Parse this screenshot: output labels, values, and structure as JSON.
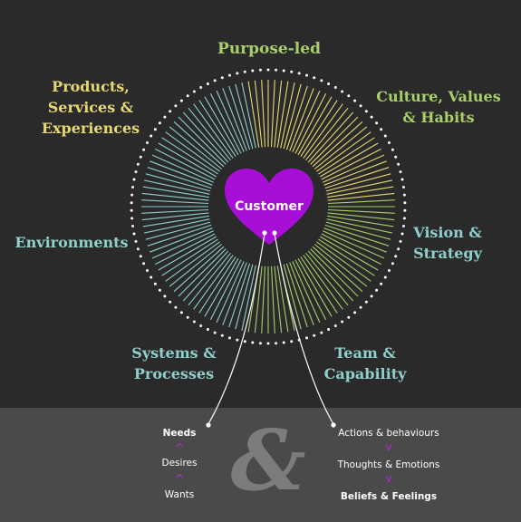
{
  "center": {
    "label": "Customer",
    "fill": "#a80fd6"
  },
  "colors": {
    "background": "#2a2a2a",
    "bottom_panel": "#4a4a4a",
    "yellow": "#e8d873",
    "green": "#a8cf6b",
    "teal": "#8fcfcc",
    "arrow": "#b42bd8"
  },
  "labels": {
    "top": "Purpose-led",
    "top_left": [
      "Products,",
      "Services &",
      "Experiences"
    ],
    "top_right": [
      "Culture, Values",
      "& Habits"
    ],
    "left": "Environments",
    "right": [
      "Vision &",
      "Strategy"
    ],
    "bottom_left": [
      "Systems &",
      "Processes"
    ],
    "bottom_right": [
      "Team &",
      "Capability"
    ]
  },
  "left_stack": [
    "Needs",
    "Desires",
    "Wants"
  ],
  "right_stack": [
    "Actions & behaviours",
    "Thoughts & Emotions",
    "Beliefs & Feelings"
  ],
  "ampersand": "&",
  "arrows": {
    "left_stack": "^",
    "right_stack": "v"
  }
}
